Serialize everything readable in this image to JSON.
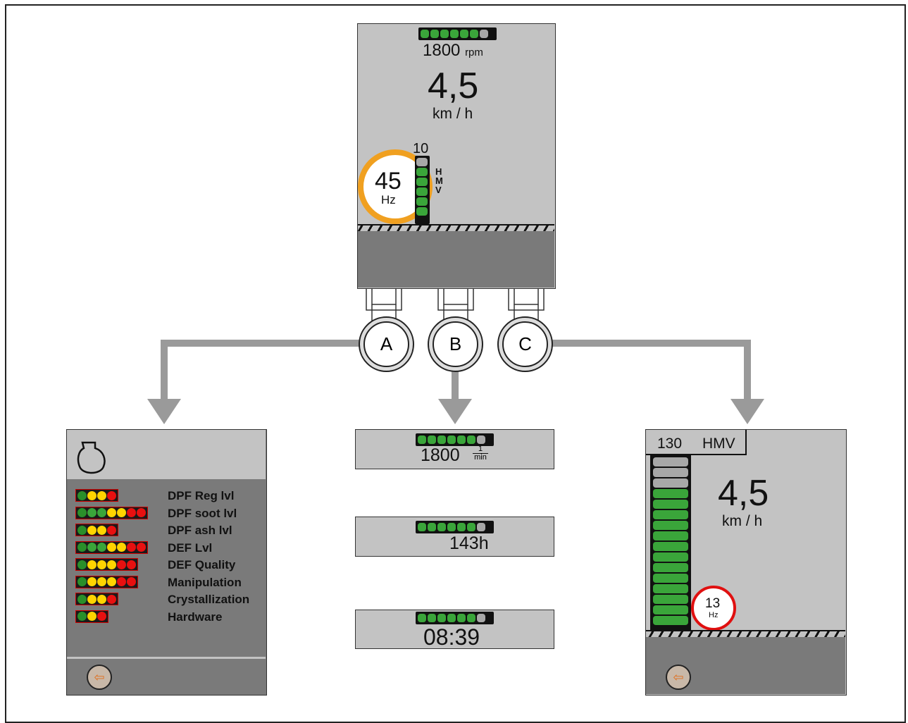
{
  "main_display": {
    "rpm_value": "1800",
    "rpm_unit": "rpm",
    "speed_value": "4,5",
    "speed_unit": "km / h",
    "gauge_top": "10",
    "freq_value": "45",
    "freq_unit": "Hz",
    "hmv_label": "H\nM\nV"
  },
  "buttons": {
    "a": "A",
    "b": "B",
    "c": "C"
  },
  "left_panel": {
    "items": [
      {
        "label": "DPF Reg lvl",
        "colors": [
          "#2a8f2a",
          "#ffd400",
          "#ffd400",
          "#e81010"
        ]
      },
      {
        "label": "DPF soot lvl",
        "colors": [
          "#2a8f2a",
          "#3aa53a",
          "#3aa53a",
          "#ffd400",
          "#ffd400",
          "#e81010",
          "#e81010"
        ]
      },
      {
        "label": "DPF ash lvl",
        "colors": [
          "#2a8f2a",
          "#ffd400",
          "#ffd400",
          "#e81010"
        ]
      },
      {
        "label": "DEF Lvl",
        "colors": [
          "#2a8f2a",
          "#3aa53a",
          "#3aa53a",
          "#ffd400",
          "#ffd400",
          "#e81010",
          "#e81010"
        ]
      },
      {
        "label": "DEF Quality",
        "colors": [
          "#2a8f2a",
          "#ffd400",
          "#ffd400",
          "#ffd400",
          "#e81010",
          "#e81010"
        ]
      },
      {
        "label": "Manipulation",
        "colors": [
          "#2a8f2a",
          "#ffd400",
          "#ffd400",
          "#ffd400",
          "#e81010",
          "#e81010"
        ]
      },
      {
        "label": "Crystallization",
        "colors": [
          "#2a8f2a",
          "#ffd400",
          "#ffd400",
          "#e81010"
        ]
      },
      {
        "label": "Hardware",
        "colors": [
          "#2a8f2a",
          "#ffd400",
          "#e81010"
        ]
      }
    ]
  },
  "mid_panels": {
    "rpm_value": "1800",
    "rpm_unit_num": "1",
    "rpm_unit_den": "min",
    "hours": "143h",
    "clock": "08:39"
  },
  "right_panel": {
    "gauge_value": "130",
    "hmv": "HMV",
    "speed_value": "4,5",
    "speed_unit": "km / h",
    "freq_value": "13",
    "freq_unit": "Hz"
  },
  "colors": {
    "panel_light": "#c3c3c3",
    "panel_dark": "#7a7a7a",
    "segment_green": "#3aa53a",
    "segment_off": "#a8a8a8",
    "freq_ring_main": "#f0a020",
    "freq_ring_right": "#e01010",
    "arrow": "#9a9a9a"
  }
}
